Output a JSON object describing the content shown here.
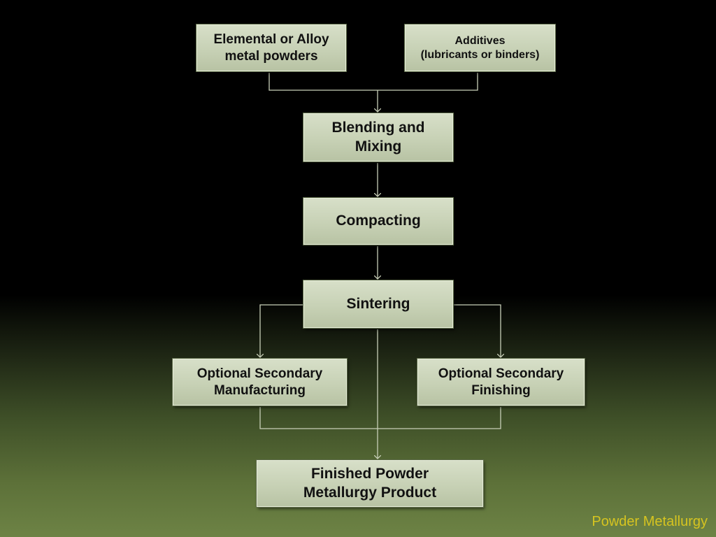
{
  "flowchart": {
    "inputs": {
      "powders": [
        "Elemental or Alloy",
        "metal powders"
      ],
      "additives": [
        "Additives",
        "(lubricants or binders)"
      ]
    },
    "steps": {
      "blending": [
        "Blending and",
        "Mixing"
      ],
      "compacting": "Compacting",
      "sintering": "Sintering"
    },
    "secondary": {
      "manufacturing": [
        "Optional Secondary",
        "Manufacturing"
      ],
      "finishing": [
        "Optional Secondary",
        "Finishing"
      ]
    },
    "output": {
      "product": [
        "Finished Powder",
        "Metallurgy Product"
      ]
    }
  },
  "footer": {
    "title": "Powder Metallurgy"
  },
  "colors": {
    "box_fill": "#c7d1b5",
    "connector": "#c8cfb8",
    "footer_text": "#d6c420"
  }
}
